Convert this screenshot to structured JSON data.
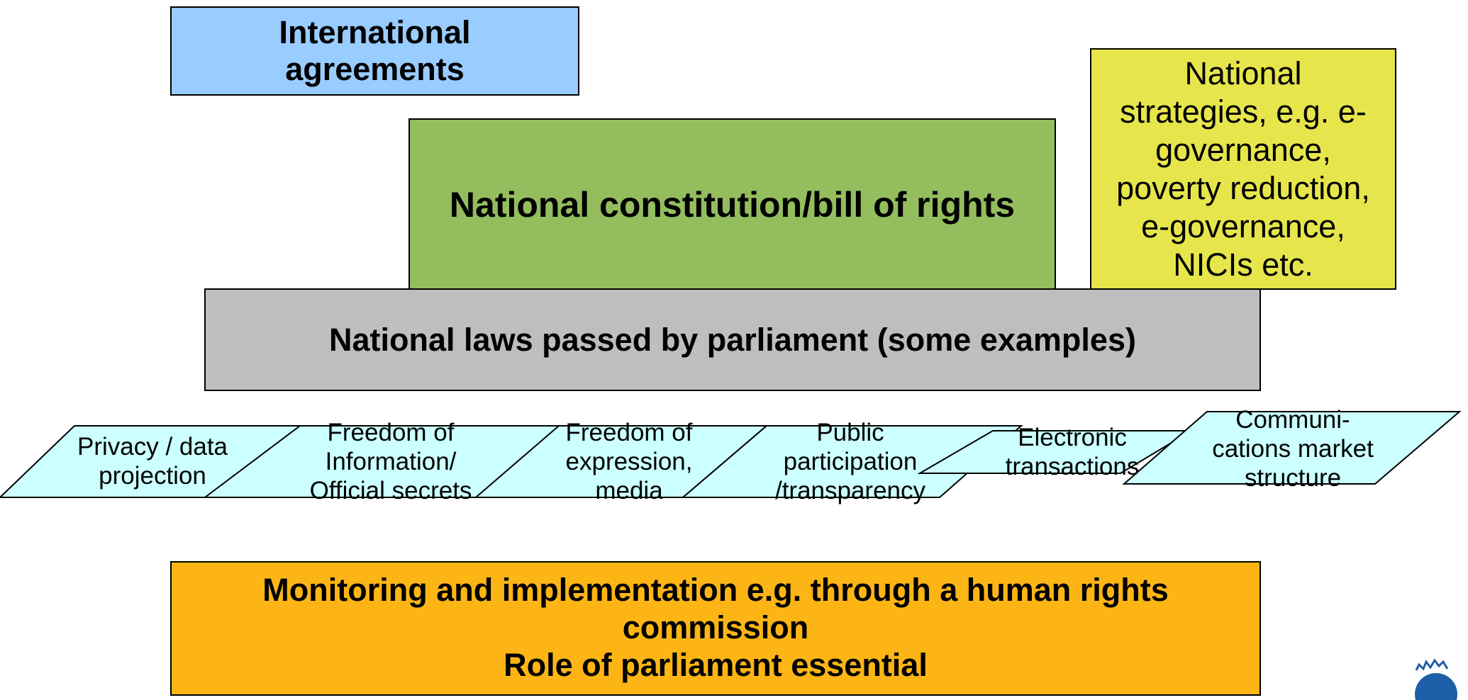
{
  "international": {
    "line1": "International",
    "line2": "agreements"
  },
  "constitution": {
    "label": "National constitution/bill of rights"
  },
  "strategies": {
    "line1": "National",
    "line2": "strategies, e.g. e-",
    "line3": "governance,",
    "line4": "poverty reduction,",
    "line5": "e-governance,",
    "line6": "NICIs etc."
  },
  "laws": {
    "label": "National laws passed by parliament (some examples)"
  },
  "examples": [
    {
      "line1": "Privacy / data",
      "line2": "projection",
      "line3": ""
    },
    {
      "line1": "Freedom of",
      "line2": "Information/",
      "line3": "Official secrets"
    },
    {
      "line1": "Freedom of",
      "line2": "expression,",
      "line3": "media"
    },
    {
      "line1": "Public",
      "line2": "participation",
      "line3": "/transparency"
    },
    {
      "line1": "Electronic",
      "line2": "transactions",
      "line3": ""
    },
    {
      "line1": "Communi-",
      "line2": "cations market",
      "line3": "structure"
    }
  ],
  "monitoring": {
    "line1": "Monitoring and implementation e.g. through a human rights",
    "line2": "commission",
    "line3": "Role of parliament essential"
  },
  "colors": {
    "international": "#99ccff",
    "constitution": "#94bd5e",
    "strategies": "#e6e64c",
    "laws": "#bebebe",
    "examples": "#ccffff",
    "monitoring": "#fdb515"
  }
}
